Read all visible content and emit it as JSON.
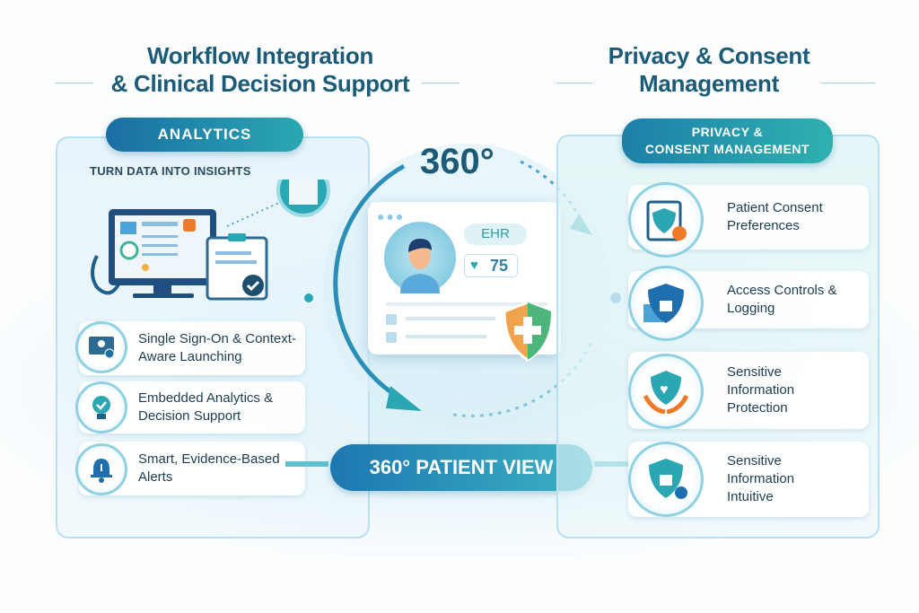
{
  "left_title": [
    "Workflow Integration",
    "& Clinical Decision Support"
  ],
  "right_title": [
    "Privacy & Consent",
    "Management"
  ],
  "analytics": {
    "pill": "ANALYTICS",
    "subtitle": "TURN DATA INTO INSIGHTS",
    "items": [
      {
        "label": "Single Sign-On & Context-Aware Launching",
        "icon": "monitor-user-icon"
      },
      {
        "label": "Embedded Analytics & Decision Support",
        "icon": "lightbulb-icon"
      },
      {
        "label": "Smart, Evidence-Based Alerts",
        "icon": "bell-alert-icon"
      }
    ]
  },
  "privacy": {
    "pill": [
      "PRIVACY &",
      "CONSENT MANAGEMENT"
    ],
    "items": [
      {
        "label": "Patient Consent Preferences",
        "icon": "clipboard-lock-icon"
      },
      {
        "label": "Access Controls & Logging",
        "icon": "shield-lock-icon"
      },
      {
        "label": "Sensitive Information Protection",
        "icon": "hands-heart-shield-icon"
      },
      {
        "label": "Sensitive Information Intuitive",
        "icon": "shield-lock-check-icon"
      }
    ]
  },
  "center": {
    "degree": "360°",
    "ehr": "EHR",
    "heart_rate": "75",
    "patient_view": "360° PATIENT VIEW"
  },
  "colors": {
    "primary": "#1a6fa3",
    "accent": "#2aa7b3",
    "title": "#1b5b78",
    "orange": "#ef7a2a"
  }
}
